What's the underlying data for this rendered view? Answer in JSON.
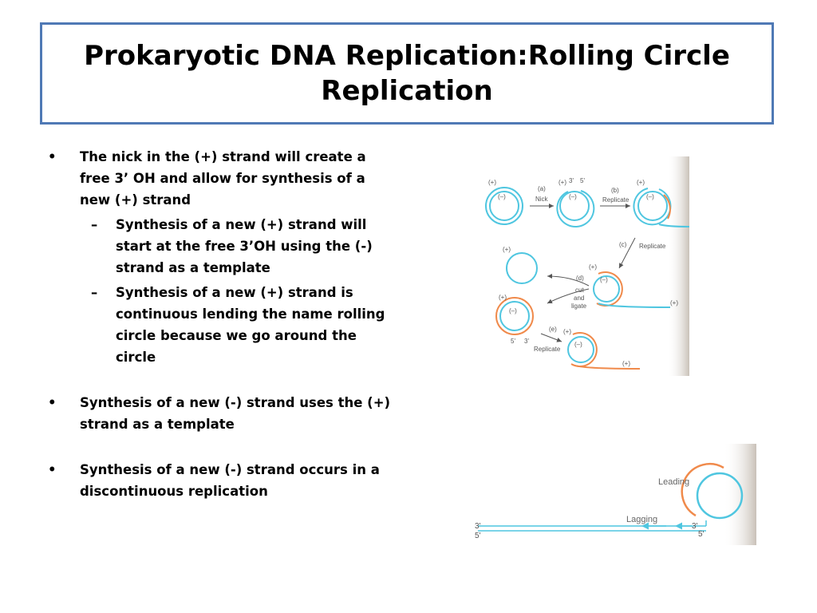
{
  "title": "Prokaryotic DNA Replication:Rolling Circle Replication",
  "bullets": {
    "b1": "The nick in the (+) strand will create a free 3’ OH and allow for synthesis of a new (+) strand",
    "b1_sub1": "Synthesis of a new (+) strand will start at the free 3’OH using the (-) strand as a template",
    "b1_sub2": "Synthesis of a new (+) strand is continuous lending the name rolling circle because we go around the circle",
    "b2": "Synthesis of a new (-) strand uses the (+) strand as a template",
    "b3": "Synthesis of a new (-) strand occurs in a discontinuous replication"
  },
  "figure1": {
    "plus": "(+)",
    "minus": "(–)",
    "a": "(a)",
    "nick": "Nick",
    "b": "(b)",
    "replicate": "Replicate",
    "c": "(c)",
    "replicate_c": "Replicate",
    "d": "(d)",
    "cut": "cut",
    "and": "and",
    "ligate": "ligate",
    "e": "(e)",
    "replicate_e": "Replicate",
    "three": "3'",
    "five": "5'"
  },
  "figure2": {
    "leading": "Leading",
    "lagging": "Lagging",
    "three": "3'",
    "five": "5'"
  },
  "colors": {
    "blue": "#4fc6e0",
    "orange": "#f08a4b",
    "title_border": "#4f79b5"
  }
}
